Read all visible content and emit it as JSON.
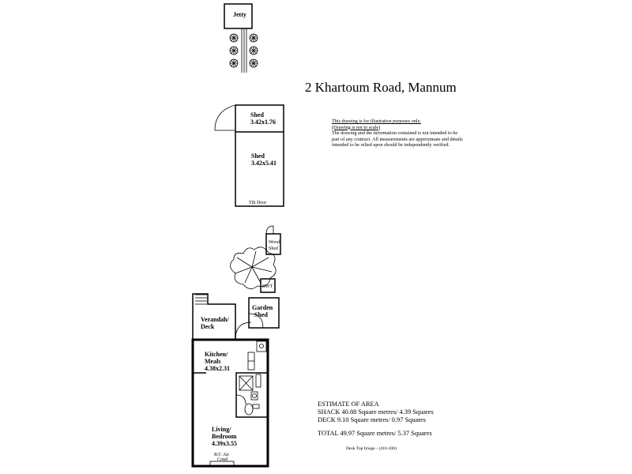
{
  "title": "2 Khartoum Road,  Mannum",
  "disclaimer": {
    "line1": "This drawing is for illustration purposes only.",
    "line2": "(Drawing is not to scale)",
    "body": "The drawing and the information contained is not intended to be part of any contract.  All measurements are approximate and details intended to be relied upon should be independently verified."
  },
  "rooms": {
    "jetty": "Jetty",
    "shed_small_name": "Shed",
    "shed_small_dims": "3.42x1.76",
    "shed_large_name": "Shed",
    "shed_large_dims": "3.42x5.41",
    "tilt_door": "Tilt Door",
    "wood_shed_1": "Wood",
    "wood_shed_2": "Shed",
    "rwt": "RWT",
    "garden_shed_1": "Garden",
    "garden_shed_2": "Shed",
    "verandah_1": "Verandah/",
    "verandah_2": "Deck",
    "kitchen_1": "Kitchen/",
    "kitchen_2": "Meals",
    "kitchen_dims": "4.38x2.31",
    "living_1": "Living/",
    "living_2": "Bedroom",
    "living_dims": "4.39x3.55",
    "rc_air_1": "R/C Air",
    "rc_air_2": "Cond"
  },
  "area": {
    "heading": "ESTIMATE OF AREA",
    "shack": "SHACK 40.88 Square metres/  4.39 Squares",
    "deck": "DECK  9.10 Square metres/  0.97 Squares",
    "total": "TOTAL  49.97 Square metres/ 5.37  Squares"
  },
  "footer": "Desk Top Image - (410-100)"
}
